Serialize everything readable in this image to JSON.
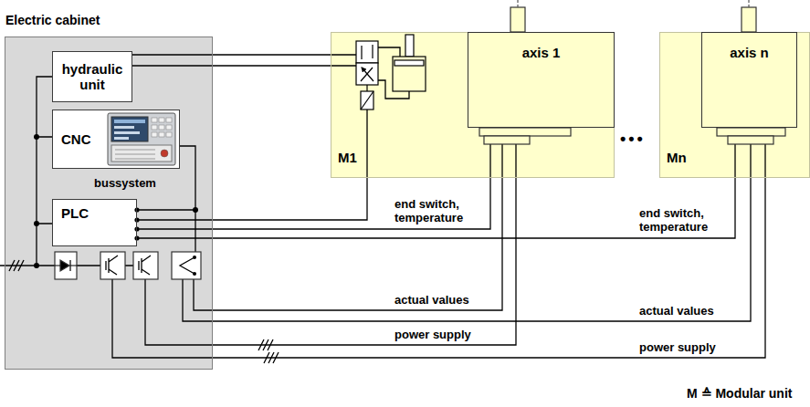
{
  "diagram": {
    "nodes": [
      {
        "text": [
          "Electric cabinet"
        ]
      },
      {
        "text": [
          "hydraulic unit"
        ],
        "in": 0
      },
      {
        "text": [
          "CNC"
        ],
        "in": 0
      },
      {
        "text": [
          "PLC"
        ],
        "in": 0
      },
      {
        "text": [
          "M1"
        ]
      },
      {
        "text": [
          "axis 1"
        ],
        "in": 4
      },
      {
        "text": [
          "Mn"
        ]
      },
      {
        "text": [
          "axis n"
        ],
        "in": 6
      }
    ],
    "edges": [
      {
        "from": 3,
        "to": 5,
        "arrow": "none",
        "label": "end switch, temperature"
      },
      {
        "from": 3,
        "to": 7,
        "arrow": "none",
        "label": "end switch, temperature"
      }
    ],
    "labels": [
      "bussystem",
      "actual values",
      "power supply",
      "actual values",
      "power supply",
      "•••",
      "M ≙ Modular unit"
    ]
  }
}
